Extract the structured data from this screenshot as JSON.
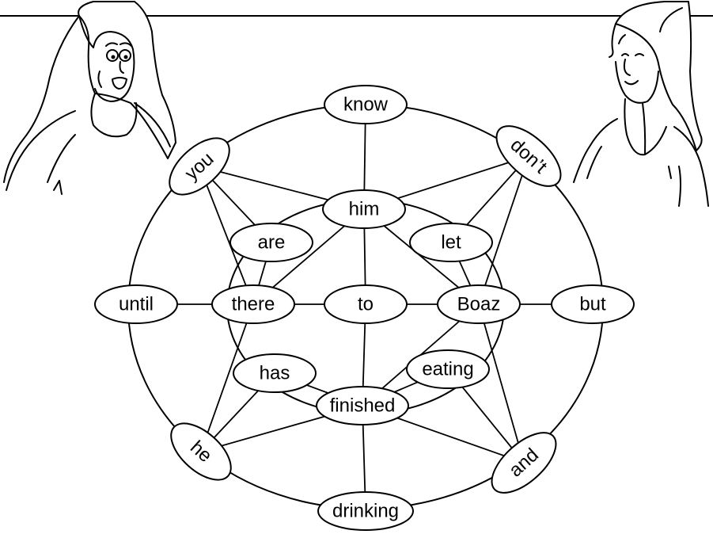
{
  "puzzle": {
    "words": {
      "know": "know",
      "dont": "don’t",
      "you": "you",
      "him": "him",
      "are": "are",
      "let": "let",
      "until": "until",
      "there": "there",
      "to": "to",
      "boaz": "Boaz",
      "but": "but",
      "has": "has",
      "eating": "eating",
      "finished": "finished",
      "he": "he",
      "and": "and",
      "drinking": "drinking"
    }
  }
}
